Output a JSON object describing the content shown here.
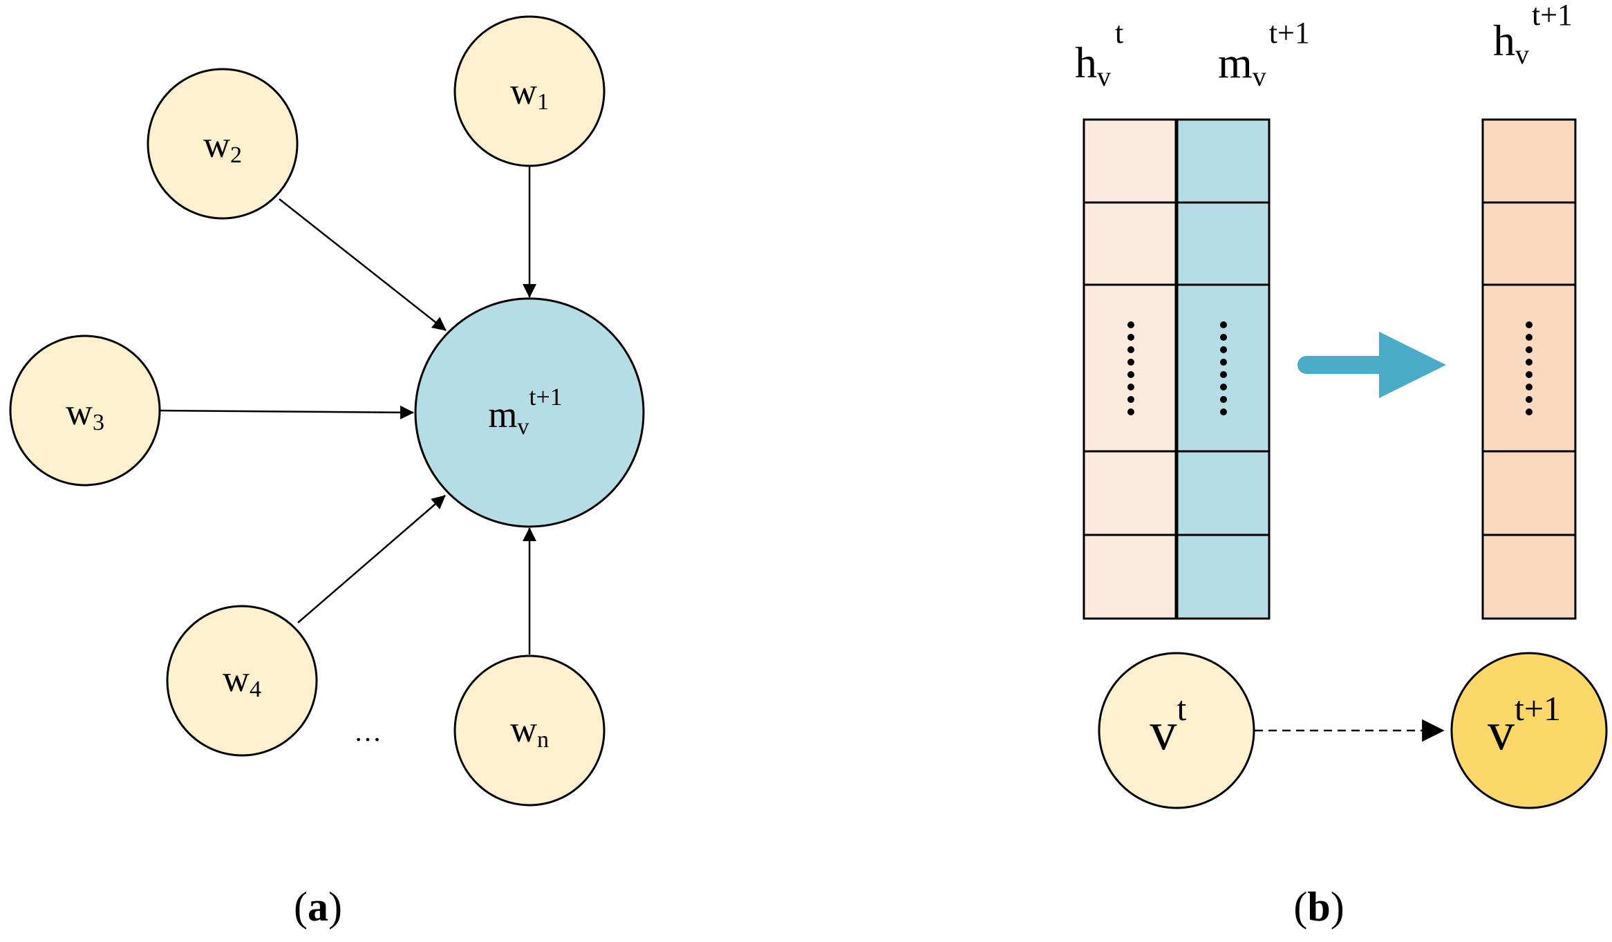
{
  "panel_a": {
    "center_node": {
      "base": "m",
      "sub": "v",
      "sup": "t+1"
    },
    "neighbors": [
      {
        "id": "w1",
        "base": "w",
        "sub": "1"
      },
      {
        "id": "w2",
        "base": "w",
        "sub": "2"
      },
      {
        "id": "w3",
        "base": "w",
        "sub": "3"
      },
      {
        "id": "w4",
        "base": "w",
        "sub": "4"
      },
      {
        "id": "wn",
        "base": "w",
        "sub": "n"
      }
    ],
    "ellipsis": "…",
    "caption": {
      "open": "(",
      "letter": "a",
      "close": ")"
    }
  },
  "panel_b": {
    "hidden_prev": {
      "base": "h",
      "sub": "v",
      "sup": "t"
    },
    "message": {
      "base": "m",
      "sub": "v",
      "sup": "t+1"
    },
    "hidden_next": {
      "base": "h",
      "sub": "v",
      "sup": "t+1"
    },
    "node_prev": {
      "base": "v",
      "sup": "t"
    },
    "node_next": {
      "base": "v",
      "sup": "t+1"
    },
    "caption": {
      "open": "(",
      "letter": "b",
      "close": ")"
    }
  },
  "colors": {
    "neighbor_fill": "#fdf0cf",
    "center_fill": "#b6dce6",
    "vec_h_fill": "#fbeadd",
    "vec_m_fill": "#b6dce6",
    "vec_out_fill": "#f9d9bf",
    "arrow_blue": "#4aabc6",
    "node_next_fill": "#fcd769",
    "stroke": "#000000"
  },
  "icons": {
    "update_arrow": "right-arrow-icon"
  }
}
